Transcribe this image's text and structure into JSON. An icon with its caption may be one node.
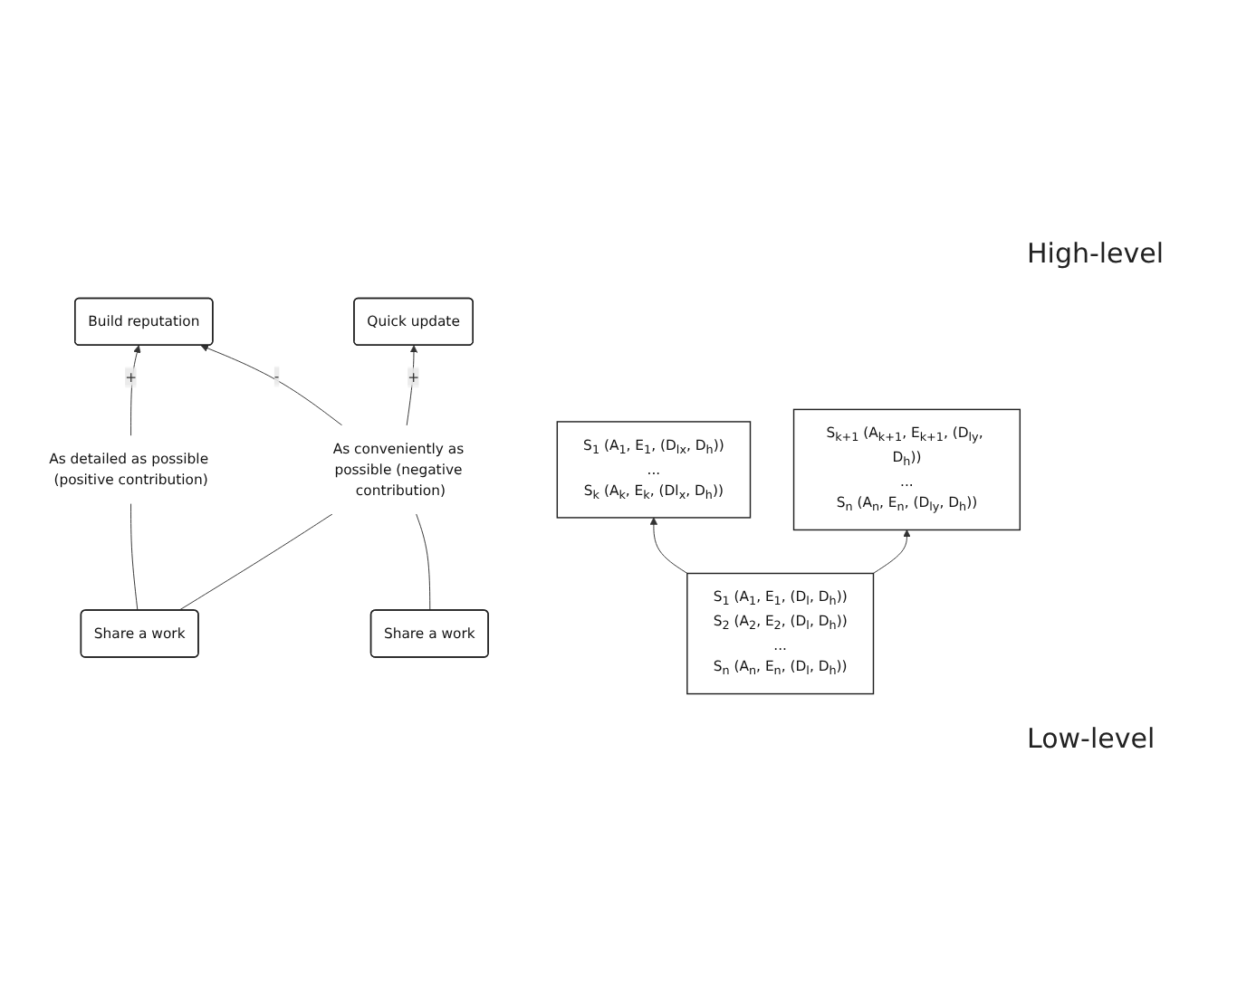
{
  "diagram": {
    "nodes": [
      {
        "text": [
          "Build reputation"
        ]
      },
      {
        "text": [
          "Quick update"
        ]
      },
      {
        "text": [
          "As detailed as possible (positive contribution)"
        ]
      },
      {
        "text": [
          "As conveniently as possible (negative contribution)"
        ]
      },
      {
        "text": [
          "Share a work"
        ]
      },
      {
        "text": [
          "Share a work"
        ]
      },
      {
        "text": [
          "S$_{1}$ (A$_{1}$, E$_{1}$, (D$_{lx}$, D$_{h}$))",
          "...",
          "S$_{k}$ (A$_{k}$, E$_{k}$, (Dl$_{x}$, D$_{h}$))"
        ]
      },
      {
        "text": [
          "S$_{k+1}$ (A$_{k+1}$, E$_{k+1}$, (D$_{ly}$, D$_{h}$))",
          "...",
          "S$_{n}$ (A$_{n}$, E$_{n}$, (D$_{ly}$, D$_{h}$))"
        ]
      },
      {
        "text": [
          "S$_{1}$ (A$_{1}$, E$_{1}$, (D$_{l}$, D$_{h}$))",
          "S$_{2}$ (A$_{2}$, E$_{2}$, (D$_{l}$, D$_{h}$))",
          "...",
          "S$_{n}$ (A$_{n}$, E$_{n}$, (D$_{l}$, D$_{h}$))"
        ]
      }
    ],
    "edges": [
      {
        "from": 4,
        "to": 2,
        "arrow": "none"
      },
      {
        "from": 2,
        "to": 0,
        "arrow": "to",
        "label": "+"
      },
      {
        "from": 4,
        "to": 3,
        "arrow": "none"
      },
      {
        "from": 5,
        "to": 3,
        "arrow": "none"
      },
      {
        "from": 3,
        "to": 0,
        "arrow": "to",
        "label": "-"
      },
      {
        "from": 3,
        "to": 1,
        "arrow": "to",
        "label": "+"
      },
      {
        "from": 8,
        "to": 6,
        "arrow": "to"
      },
      {
        "from": 8,
        "to": 7,
        "arrow": "to"
      }
    ],
    "labels": [
      "High-level",
      "Low-level"
    ]
  }
}
